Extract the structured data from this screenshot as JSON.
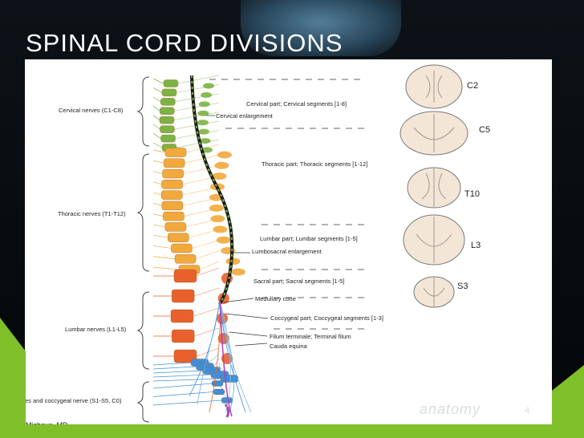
{
  "slide": {
    "title": "SPINAL CORD DIVISIONS",
    "page_number": "4",
    "author": "Michous, MD",
    "watermark": "anatomy"
  },
  "diagram": {
    "left_labels": [
      "Cervical nerves (C1-C8)",
      "Thoracic nerves (T1-T12)",
      "Lumbar nerves (L1-L5)",
      "es and coccygeal nerve (S1-S5, C0)"
    ],
    "right_labels": [
      "Cervical part; Cervical segments [1-8]",
      "Cervical enlargement",
      "Thoracic part; Thoracic segments [1-12]",
      "Lumbar part; Lumbar segments [1-5]",
      "Lumbosacral enlargement",
      "Sacral part; Sacral segments  [1-5]",
      "Medullary cone",
      "Coccygeal part; Coccygeal segments [1-3]",
      "Filum terminale; Terminal filum",
      "Cauda equina"
    ],
    "cross_sections": [
      "C2",
      "C5",
      "T10",
      "L3",
      "S3"
    ],
    "colors": {
      "cervical": "#7cb342",
      "thoracic": "#f2a93b",
      "lumbar": "#e8612c",
      "sacral": "#3f8fd8",
      "coccygeal": "#b03fbf",
      "cord": "#1a1a1a",
      "accent_green": "#7fbf2a"
    }
  }
}
